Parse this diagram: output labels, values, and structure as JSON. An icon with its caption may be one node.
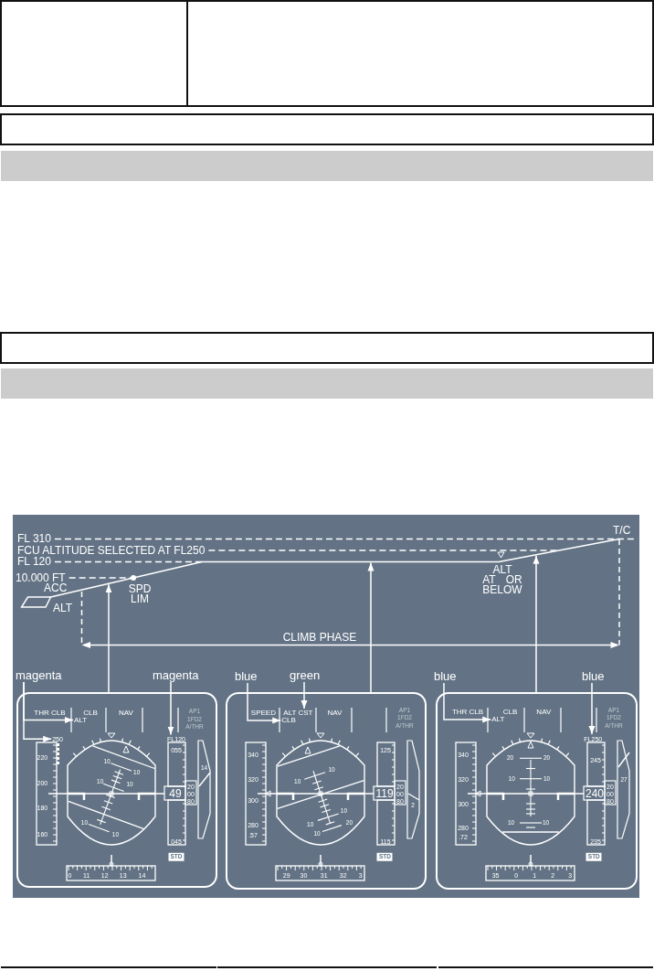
{
  "diagram": {
    "nodes": [
      {
        "text": [],
        "shape": "box"
      },
      {
        "text": [],
        "shape": "bar"
      },
      {
        "text": [],
        "shape": "box"
      },
      {
        "text": [],
        "shape": "bar"
      },
      {
        "text": [],
        "shape": "line"
      },
      {
        "text": [
          "magenta"
        ]
      },
      {
        "text": [
          "magenta"
        ]
      },
      {
        "text": [
          "blue"
        ]
      },
      {
        "text": [
          "green"
        ]
      },
      {
        "text": [
          "blue"
        ]
      },
      {
        "text": [
          "blue"
        ]
      },
      {
        "text": [
          "THR CLB",
          "CLB",
          "NAV",
          "AP1",
          "1FD2",
          "A/THR",
          "220",
          "200",
          "180",
          "160",
          "10",
          "10",
          "10",
          "10",
          "10",
          "10",
          "055",
          "49",
          "20",
          "00",
          "80",
          "045",
          "STD",
          "14",
          "0",
          "11",
          "12",
          "13",
          "14"
        ]
      },
      {
        "text": [
          "ALT"
        ],
        "in": 11
      },
      {
        "text": [
          "250"
        ],
        "in": 11
      },
      {
        "text": [
          "FL120"
        ],
        "in": 11
      },
      {
        "text": [
          "SPEED",
          "NAV",
          "AP1",
          "1FD2",
          "A/THR",
          "340",
          "320",
          "300",
          "280",
          ".57",
          "10",
          "10",
          "10",
          "10",
          "20",
          "10",
          "125",
          "119",
          "20",
          "00",
          "80",
          "115",
          "STD",
          "2",
          "29",
          "30",
          "31",
          "32",
          "3"
        ]
      },
      {
        "text": [
          "ALT CST"
        ],
        "in": 15
      },
      {
        "text": [
          "CLB"
        ],
        "in": 15
      },
      {
        "text": [
          "THR CLB",
          "CLB",
          "NAV",
          "AP1",
          "1FD2",
          "A/THR",
          "340",
          "320",
          "300",
          "280",
          ".72",
          "20",
          "20",
          "10",
          "10",
          "10",
          "10",
          "245",
          "240",
          "20",
          "00",
          "80",
          "235",
          "STD",
          "27",
          "35",
          "0",
          "1",
          "2",
          "3"
        ]
      },
      {
        "text": [
          "ALT"
        ],
        "in": 18
      },
      {
        "text": [
          "FL250"
        ],
        "in": 18
      }
    ],
    "edges": [
      {
        "from": 11,
        "to": 4,
        "arrow": "to"
      },
      {
        "from": 15,
        "to": 4,
        "arrow": "to"
      },
      {
        "from": 18,
        "to": 4,
        "arrow": "to"
      },
      {
        "from": 5,
        "to": 12,
        "arrow": "to"
      },
      {
        "from": 5,
        "to": 13,
        "arrow": "to"
      },
      {
        "from": 6,
        "to": 14,
        "arrow": "to"
      },
      {
        "from": 7,
        "to": 17,
        "arrow": "to"
      },
      {
        "from": 8,
        "to": 16,
        "arrow": "to"
      },
      {
        "from": 9,
        "to": 19,
        "arrow": "to"
      },
      {
        "from": 10,
        "to": 20,
        "arrow": "to"
      }
    ],
    "labels": [
      "FL 310",
      "T/C",
      "FCU ALTITUDE SELECTED AT FL250",
      "FL 120",
      "ALT AT OR BELOW",
      "10.000 FT",
      "ACC",
      "SPD LIM",
      "ALT",
      "CLIMB PHASE"
    ]
  }
}
